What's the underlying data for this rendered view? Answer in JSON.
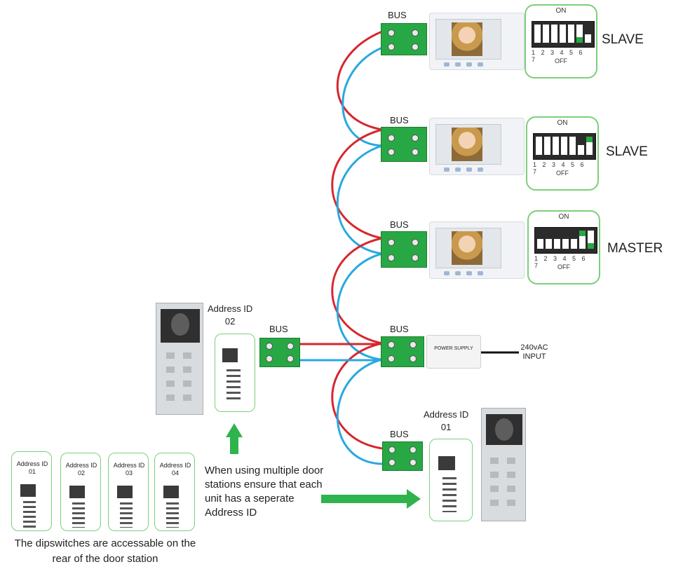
{
  "labels": {
    "bus": "BUS",
    "slave": "SLAVE",
    "master": "MASTER",
    "dip_on": "ON",
    "dip_off": "OFF",
    "dip_numbers": "1 2 3 4 5 6 7",
    "address_id": "Address ID",
    "address_id_02": "02",
    "address_id_01": "01",
    "power_supply": "POWER SUPPLY",
    "input": "240vAC INPUT",
    "note": "When using multiple door stations ensure that each unit has a seperate Address ID",
    "footer": "The dipswitches are accessable on the rear of the door station",
    "mini": [
      "01",
      "02",
      "03",
      "04"
    ]
  },
  "colors": {
    "red_wire": "#d7262e",
    "blue_wire": "#29a8e0",
    "terminal_green": "#27a844",
    "arrow_green": "#2eb34d",
    "card_border": "#7ccf7a"
  },
  "icons": {
    "monitor": "video-monitor-icon",
    "door_station": "door-station-icon",
    "terminal": "bus-terminal-icon",
    "power_supply": "power-supply-icon"
  }
}
